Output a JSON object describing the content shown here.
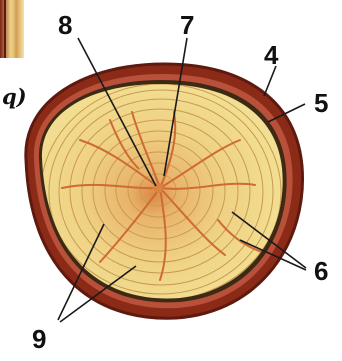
{
  "subfigure_label": "q)",
  "callouts": [
    {
      "id": "c8",
      "text": "8"
    },
    {
      "id": "c7",
      "text": "7"
    },
    {
      "id": "c4",
      "text": "4"
    },
    {
      "id": "c5",
      "text": "5"
    },
    {
      "id": "c6",
      "text": "6"
    },
    {
      "id": "c9",
      "text": "9"
    }
  ],
  "colors": {
    "bark": "#8c2a18",
    "bark_dark": "#5e1a0e",
    "bark_highlight": "#c0553a",
    "sapwood": "#efdb86",
    "heartwood": "#e7b46a",
    "pith": "#d8833e",
    "growth_ring": "#c89a4e",
    "ray": "#cf6a35",
    "leader_line": "#1a1a1a"
  },
  "icons": {
    "log_cross_section": "tree-trunk-cross-section-icon",
    "side_piece": "log-side-view-icon"
  }
}
